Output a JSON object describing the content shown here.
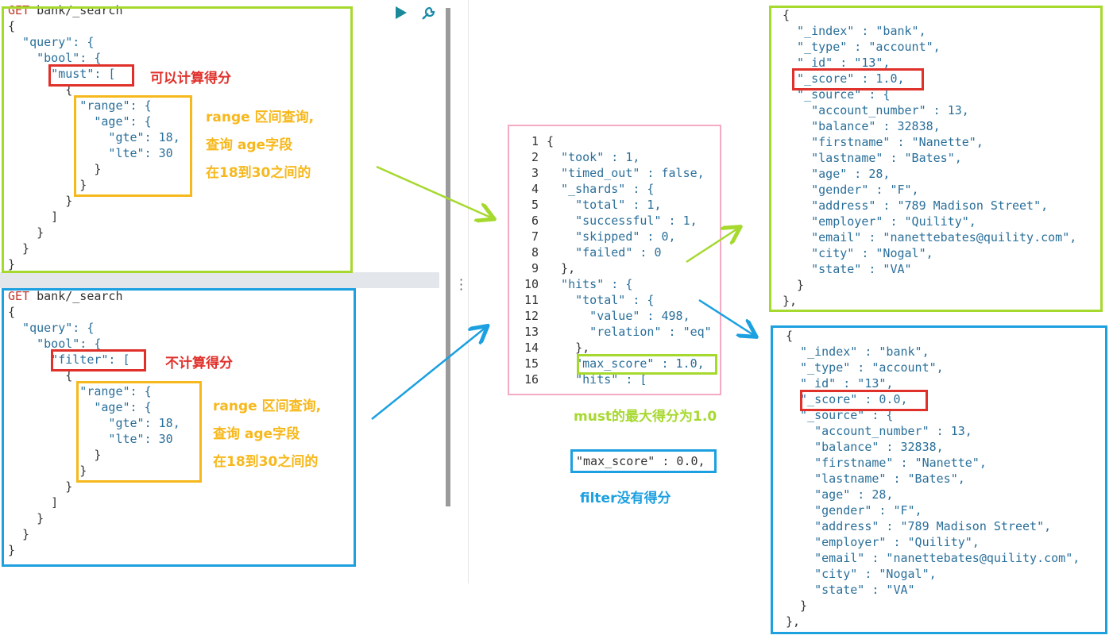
{
  "editor": {
    "run_icon": "play-icon",
    "wrench_icon": "wrench-icon",
    "menu_icon": "vertical-dots-icon"
  },
  "query_must": {
    "lines": [
      "GET bank/_search",
      "{",
      "  \"query\": {",
      "    \"bool\": {",
      "      \"must\": [",
      "        {",
      "          \"range\": {",
      "            \"age\": {",
      "              \"gte\": 18,",
      "              \"lte\": 30",
      "            }",
      "          }",
      "        }",
      "      ]",
      "    }",
      "  }",
      "}"
    ],
    "note_score": "可以计算得分",
    "note_range_1": "range 区间查询,",
    "note_range_2": "查询 age字段",
    "note_range_3": "在18到30之间的"
  },
  "query_filter": {
    "lines": [
      "GET bank/_search",
      "{",
      "  \"query\": {",
      "    \"bool\": {",
      "      \"filter\": [",
      "        {",
      "          \"range\": {",
      "            \"age\": {",
      "              \"gte\": 18,",
      "              \"lte\": 30",
      "            }",
      "          }",
      "        }",
      "      ]",
      "    }",
      "  }",
      "}"
    ],
    "note_score": "不计算得分",
    "note_range_1": "range 区间查询,",
    "note_range_2": "查询 age字段",
    "note_range_3": "在18到30之间的"
  },
  "response": {
    "line_numbers": [
      "1",
      "2",
      "3",
      "4",
      "5",
      "6",
      "7",
      "8",
      "9",
      "10",
      "11",
      "12",
      "13",
      "14",
      "15",
      "16"
    ],
    "lines": [
      "{",
      "  \"took\" : 1,",
      "  \"timed_out\" : false,",
      "  \"_shards\" : {",
      "    \"total\" : 1,",
      "    \"successful\" : 1,",
      "    \"skipped\" : 0,",
      "    \"failed\" : 0",
      "  },",
      "  \"hits\" : {",
      "    \"total\" : {",
      "      \"value\" : 498,",
      "      \"relation\" : \"eq\"",
      "    },",
      "    \"max_score\" : 1.0,",
      "    \"hits\" : ["
    ],
    "note_must": "must的最大得分为1.0",
    "filter_max_score": "\"max_score\" : 0.0,",
    "note_filter": "filter没有得分"
  },
  "hit_must": {
    "lines": [
      "{",
      "  \"_index\" : \"bank\",",
      "  \"_type\" : \"account\",",
      "  \"_id\" : \"13\",",
      "  \"_score\" : 1.0,",
      "  \"_source\" : {",
      "    \"account_number\" : 13,",
      "    \"balance\" : 32838,",
      "    \"firstname\" : \"Nanette\",",
      "    \"lastname\" : \"Bates\",",
      "    \"age\" : 28,",
      "    \"gender\" : \"F\",",
      "    \"address\" : \"789 Madison Street\",",
      "    \"employer\" : \"Quility\",",
      "    \"email\" : \"nanettebates@quility.com\",",
      "    \"city\" : \"Nogal\",",
      "    \"state\" : \"VA\"",
      "  }",
      "},"
    ]
  },
  "hit_filter": {
    "lines": [
      "{",
      "  \"_index\" : \"bank\",",
      "  \"_type\" : \"account\",",
      "  \"_id\" : \"13\",",
      "  \"_score\" : 0.0,",
      "  \"_source\" : {",
      "    \"account_number\" : 13,",
      "    \"balance\" : 32838,",
      "    \"firstname\" : \"Nanette\",",
      "    \"lastname\" : \"Bates\",",
      "    \"age\" : 28,",
      "    \"gender\" : \"F\",",
      "    \"address\" : \"789 Madison Street\",",
      "    \"employer\" : \"Quility\",",
      "    \"email\" : \"nanettebates@quility.com\",",
      "    \"city\" : \"Nogal\",",
      "    \"state\" : \"VA\"",
      "  }",
      "},"
    ]
  },
  "colors": {
    "green": "#a6d92e",
    "blue": "#1ca0e0",
    "red": "#e0302a",
    "orange": "#f6b81c",
    "pink": "#f4a9c4"
  }
}
